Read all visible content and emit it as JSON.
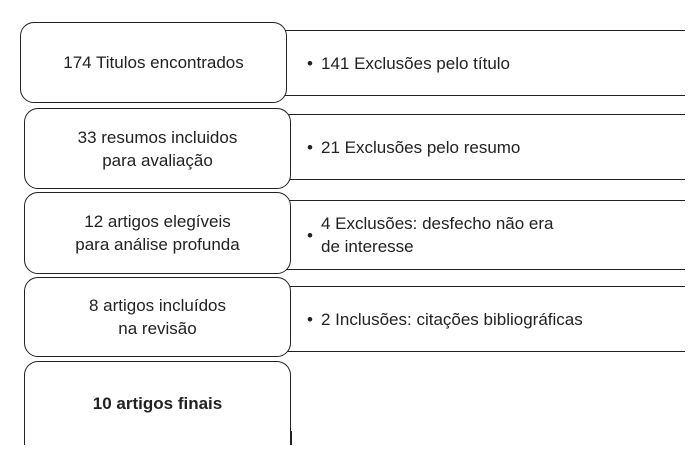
{
  "stages": [
    {
      "label": "174 Titulos encontrados"
    },
    {
      "label": "33 resumos incluidos\npara avaliação"
    },
    {
      "label": "12 artigos elegíveis\npara análise profunda"
    },
    {
      "label": "8 artigos incluídos\nna revisão"
    },
    {
      "label": "10 artigos finais"
    }
  ],
  "notes": [
    {
      "bullet": "•",
      "text": "141 Exclusões pelo título"
    },
    {
      "bullet": "•",
      "text": "21 Exclusões pelo resumo"
    },
    {
      "bullet": "•",
      "text": "4 Exclusões: desfecho não era\nde interesse"
    },
    {
      "bullet": "•",
      "text": "2 Inclusões: citações bibliográficas"
    }
  ]
}
